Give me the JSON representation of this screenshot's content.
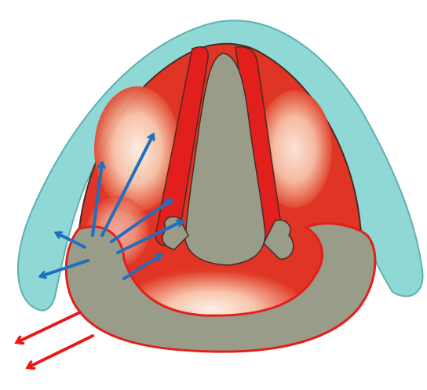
{
  "diagram": {
    "subject": "larynx-superior-view",
    "colors": {
      "background": "#ffffff",
      "epiglottis": "#8fd8d6",
      "epiglottis_outline": "#5fb0ae",
      "muscle": "#e02a22",
      "muscle_light": "#f6d2bc",
      "cartilage": "#9a9c8a",
      "outline": "#4a2a22",
      "blue_arrow": "#1f6fbf",
      "red_arrow": "#e81818"
    },
    "arrows": {
      "blue_count": 7,
      "red_count": 2
    }
  }
}
